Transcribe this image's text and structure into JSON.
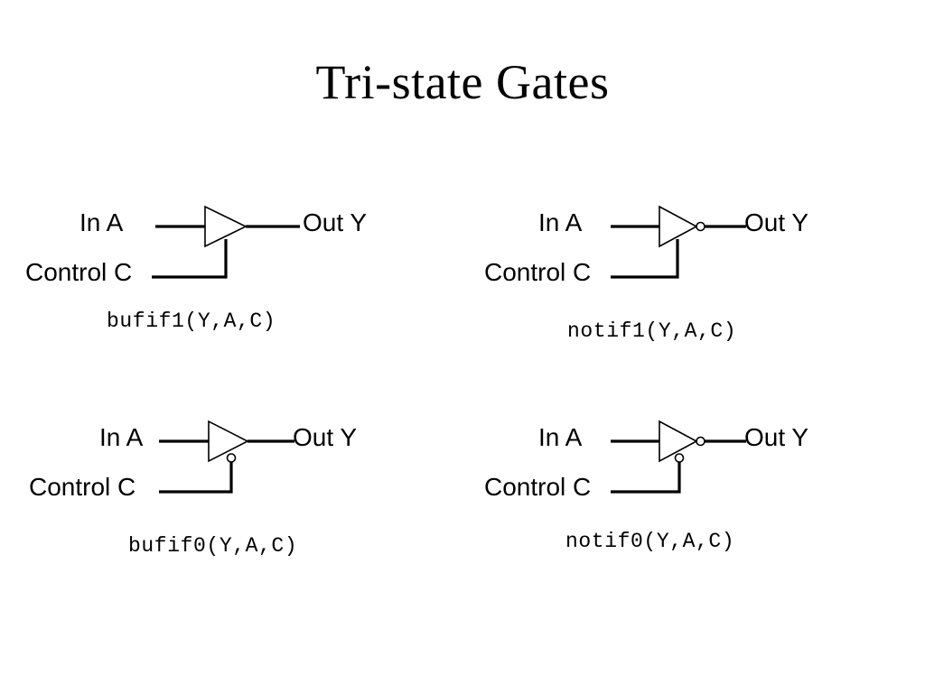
{
  "slide": {
    "title": "Tri-state Gates",
    "background_color": "#ffffff",
    "ink_color": "#000000"
  },
  "gates": [
    {
      "id": "bufif1",
      "code": "bufif1(Y,A,C)",
      "input_label": "In A",
      "output_label": "Out Y",
      "control_label": "Control C",
      "output_inverted": false,
      "control_inverted": false
    },
    {
      "id": "notif1",
      "code": "notif1(Y,A,C)",
      "input_label": "In A",
      "output_label": "Out Y",
      "control_label": "Control C",
      "output_inverted": true,
      "control_inverted": false
    },
    {
      "id": "bufif0",
      "code": "bufif0(Y,A,C)",
      "input_label": "In A",
      "output_label": "Out Y",
      "control_label": "Control C",
      "output_inverted": false,
      "control_inverted": true
    },
    {
      "id": "notif0",
      "code": "notif0(Y,A,C)",
      "input_label": "In A",
      "output_label": "Out Y",
      "control_label": "Control C",
      "output_inverted": true,
      "control_inverted": true
    }
  ]
}
